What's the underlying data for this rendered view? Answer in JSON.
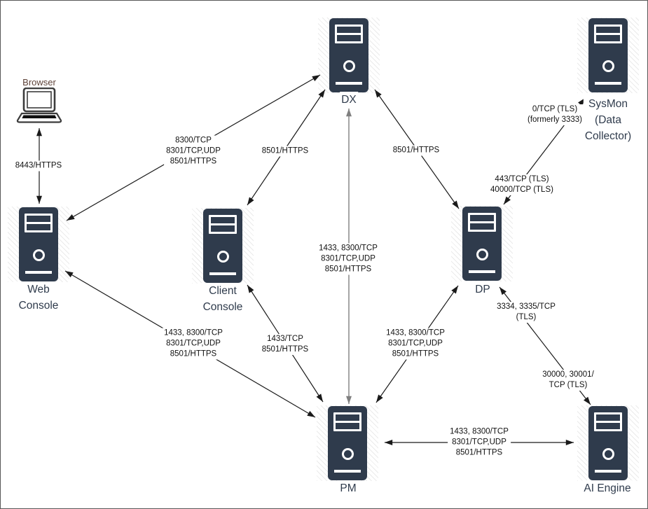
{
  "colors": {
    "server_fill": "#2f3b4c",
    "node_label": "#2f3b4c",
    "browser_label": "#5e4238",
    "edge_line": "#1a1a1a",
    "edge_line_gray": "#7f7f7f",
    "edge_label": "#111111",
    "background": "#ffffff"
  },
  "nodes": {
    "browser": {
      "icon": "laptop-icon",
      "lines": [
        "Browser"
      ]
    },
    "dx": {
      "icon": "server-icon",
      "lines": [
        "DX"
      ]
    },
    "sysmon": {
      "icon": "server-icon",
      "lines": [
        "SysMon",
        "(Data",
        "Collector)"
      ]
    },
    "web_console": {
      "icon": "server-icon",
      "lines": [
        "Web",
        "Console"
      ]
    },
    "client_console": {
      "icon": "server-icon",
      "lines": [
        "Client",
        "Console"
      ]
    },
    "dp": {
      "icon": "server-icon",
      "lines": [
        "DP"
      ]
    },
    "pm": {
      "icon": "server-icon",
      "lines": [
        "PM"
      ]
    },
    "ai_engine": {
      "icon": "server-icon",
      "lines": [
        "AI Engine"
      ]
    }
  },
  "edges": {
    "browser_web_console": {
      "lines": [
        "8443/HTTPS"
      ]
    },
    "web_console_dx": {
      "lines": [
        "8300/TCP",
        "8301/TCP,UDP",
        "8501/HTTPS"
      ]
    },
    "client_console_dx": {
      "lines": [
        "8501/HTTPS"
      ]
    },
    "dp_dx": {
      "lines": [
        "8501/HTTPS"
      ]
    },
    "pm_dx": {
      "lines": [
        "1433, 8300/TCP",
        "8301/TCP,UDP",
        "8501/HTTPS"
      ]
    },
    "web_console_pm": {
      "lines": [
        "1433, 8300/TCP",
        "8301/TCP,UDP",
        "8501/HTTPS"
      ]
    },
    "client_console_pm": {
      "lines": [
        "1433/TCP",
        "8501/HTTPS"
      ]
    },
    "dp_pm": {
      "lines": [
        "1433, 8300/TCP",
        "8301/TCP,UDP",
        "8501/HTTPS"
      ]
    },
    "dp_sysmon": {
      "label_near_sysmon": [
        "0/TCP (TLS)",
        "(formerly 3333)"
      ],
      "label_near_dp": [
        "443/TCP (TLS)",
        "40000/TCP (TLS)"
      ]
    },
    "dp_ai_engine": {
      "label_near_dp": [
        "3334, 3335/TCP",
        "(TLS)"
      ],
      "label_near_ai": [
        "30000, 30001/",
        "TCP (TLS)"
      ]
    },
    "pm_ai_engine": {
      "lines": [
        "1433, 8300/TCP",
        "8301/TCP,UDP",
        "8501/HTTPS"
      ]
    }
  }
}
